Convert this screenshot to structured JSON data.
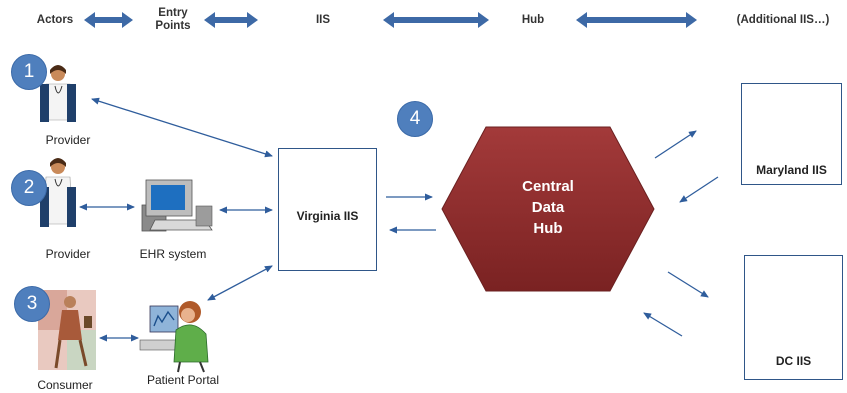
{
  "header": {
    "actors": "Actors",
    "entry_points": "Entry Points",
    "iis": "IIS",
    "hub": "Hub",
    "additional": "(Additional IIS…)"
  },
  "badges": [
    "1",
    "2",
    "3",
    "4"
  ],
  "actors": {
    "provider1": "Provider",
    "provider2": "Provider",
    "consumer": "Consumer"
  },
  "entry_points": {
    "ehr": "EHR system",
    "portal": "Patient Portal"
  },
  "iis": {
    "virginia": "Virginia IIS",
    "maryland": "Maryland IIS",
    "dc": "DC IIS"
  },
  "hub": {
    "line1": "Central",
    "line2": "Data",
    "line3": "Hub"
  },
  "colors": {
    "arrow": "#2f5d9c",
    "hub_fill": "#8b2b2b",
    "badge": "#4f7fbd"
  }
}
